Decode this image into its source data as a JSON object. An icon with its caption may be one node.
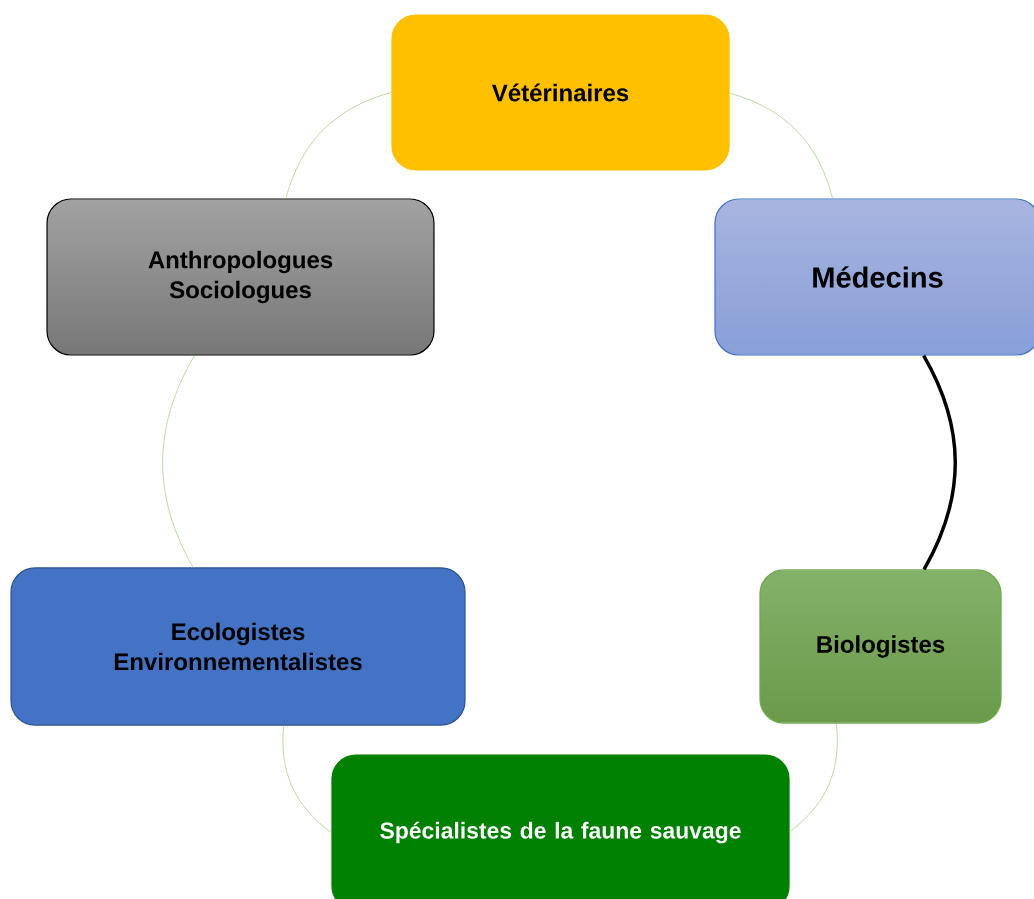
{
  "diagram": {
    "nodes": [
      {
        "text": [
          "Vétérinaires"
        ]
      },
      {
        "text": [
          "Anthropologues",
          "Sociologues"
        ]
      },
      {
        "text": [
          "Médecins"
        ]
      },
      {
        "text": [
          "Ecologistes",
          "Environnementalistes"
        ]
      },
      {
        "text": [
          "Biologistes"
        ]
      },
      {
        "text": [
          "Spécialistes de la faune sauvage"
        ]
      }
    ],
    "edges": [
      {
        "from": 0,
        "to": 2,
        "arrow": "none"
      },
      {
        "from": 2,
        "to": 4,
        "arrow": "none",
        "style": "thick",
        "color": "#000000"
      },
      {
        "from": 4,
        "to": 5,
        "arrow": "none"
      },
      {
        "from": 5,
        "to": 3,
        "arrow": "none"
      },
      {
        "from": 3,
        "to": 1,
        "arrow": "none"
      },
      {
        "from": 1,
        "to": 0,
        "arrow": "none"
      }
    ]
  }
}
